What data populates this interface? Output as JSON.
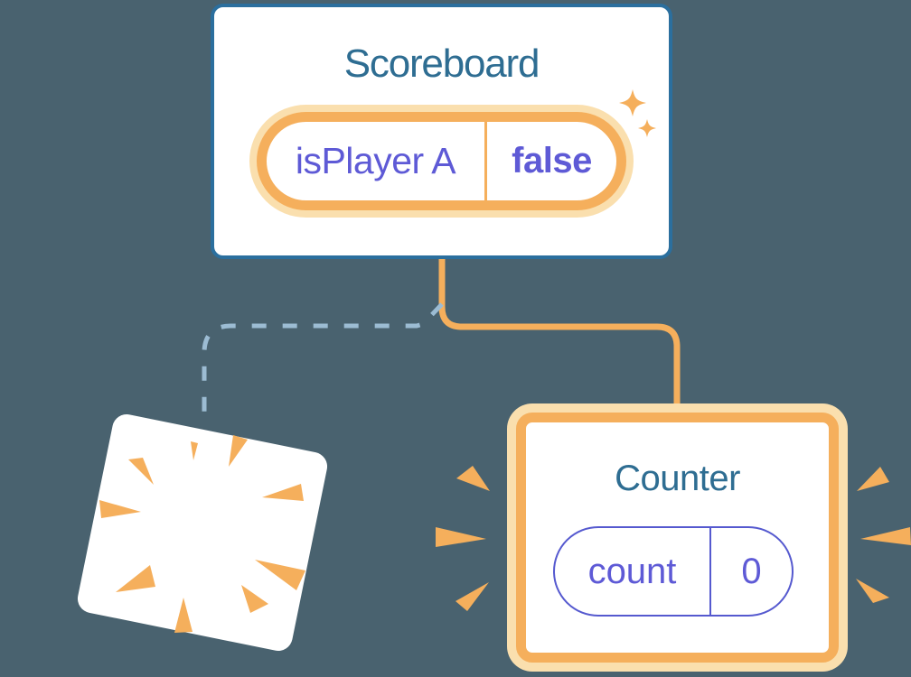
{
  "diagram": {
    "scoreboard": {
      "title": "Scoreboard",
      "state": {
        "key": "isPlayer A",
        "value": "false"
      }
    },
    "counter": {
      "title": "Counter",
      "state": {
        "key": "count",
        "value": "0"
      }
    },
    "connections": {
      "kept_branch": "scoreboard-to-counter-solid",
      "removed_branch": "scoreboard-to-destroyed-dashed"
    },
    "decorations": [
      "sparkle-icon",
      "destroy-burst-icon",
      "emphasis-burst-left-icon",
      "emphasis-burst-right-icon"
    ]
  },
  "colors": {
    "background": "#49626F",
    "card_fill": "#FFFFFF",
    "card_border_blue": "#2B6F9E",
    "title_blue": "#2E6D92",
    "accent_orange": "#F5AF5C",
    "glow_cream": "#FADFAE",
    "state_purple": "#5E5AD6",
    "pill_border_purple": "#5559CF",
    "dashed_line_blue": "#9CBCD3"
  }
}
